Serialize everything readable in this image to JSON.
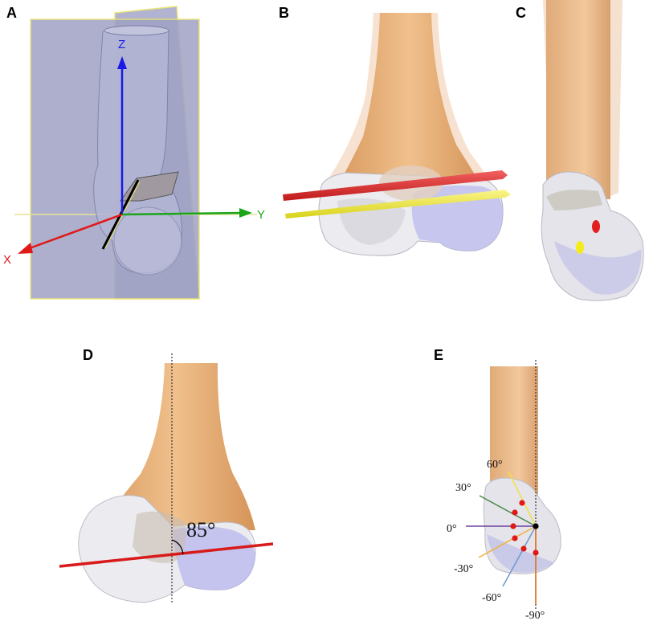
{
  "panels": {
    "a": {
      "letter": "A",
      "axis_z": "Z",
      "axis_y": "Y",
      "axis_x": "X"
    },
    "b": {
      "letter": "B"
    },
    "c": {
      "letter": "C"
    },
    "d": {
      "letter": "D",
      "angle": "85°"
    },
    "e": {
      "letter": "E",
      "angles": [
        "60°",
        "30°",
        "0°",
        "-30°",
        "-60°",
        "-90°"
      ]
    }
  },
  "colors": {
    "bone_shaft": "#e8b07a",
    "condyle": "#e6e6ea",
    "cartilage_blue": "#b8b8ee",
    "plane_gray": "#9fa2c4",
    "plane_border": "#e8e36a",
    "axis_z": "#1a1ae6",
    "axis_y": "#1aa51a",
    "axis_x": "#e01818",
    "pin_red": "#e03030",
    "pin_yellow": "#f2ec2a"
  }
}
